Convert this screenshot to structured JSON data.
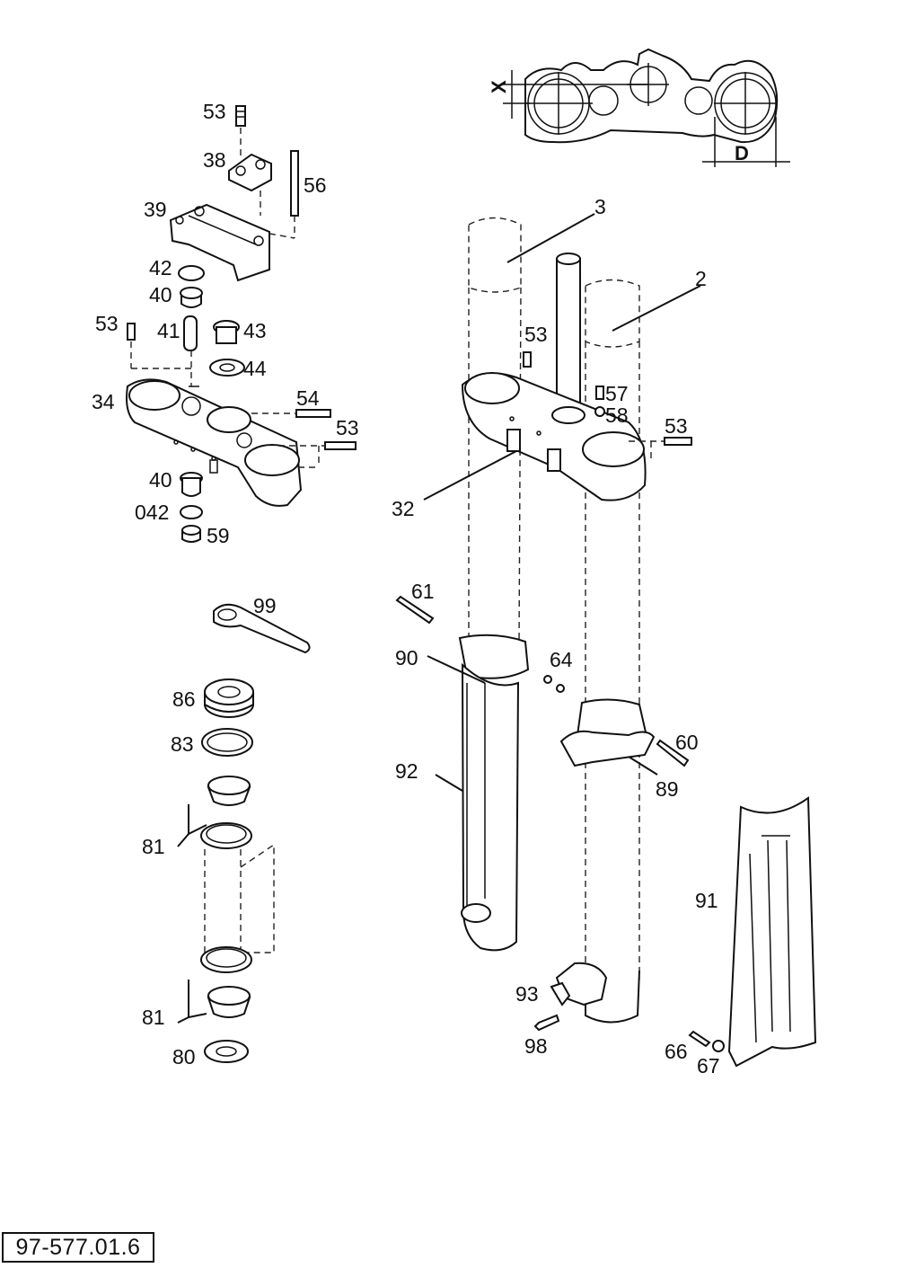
{
  "dimension_labels": {
    "x": "X",
    "d": "D"
  },
  "callouts": {
    "p53a": "53",
    "p38": "38",
    "p56": "56",
    "p39": "39",
    "p42": "42",
    "p40a": "40",
    "p53b": "53",
    "p41": "41",
    "p43": "43",
    "p44": "44",
    "p34": "34",
    "p54": "54",
    "p53c": "53",
    "p40b": "40",
    "p042": "042",
    "p59": "59",
    "p3": "3",
    "p2": "2",
    "p53d": "53",
    "p57": "57",
    "p58": "58",
    "p53e": "53",
    "p32": "32",
    "p61": "61",
    "p90": "90",
    "p64": "64",
    "p60": "60",
    "p92": "92",
    "p89": "89",
    "p99": "99",
    "p86": "86",
    "p83": "83",
    "p81a": "81",
    "p81b": "81",
    "p80": "80",
    "p91": "91",
    "p93": "93",
    "p98": "98",
    "p66": "66",
    "p67": "67"
  },
  "reference_number": "97-577.01.6"
}
